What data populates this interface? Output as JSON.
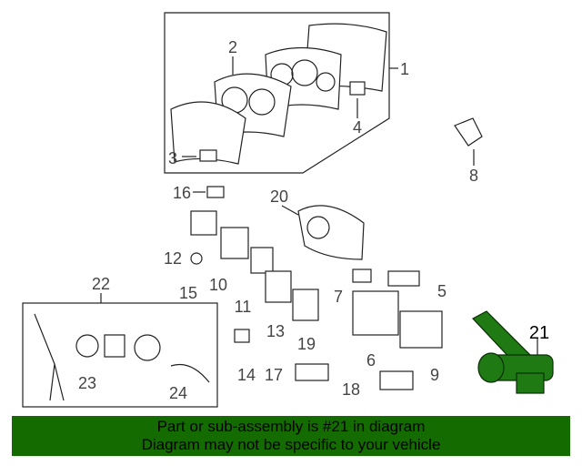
{
  "diagram": {
    "callouts": [
      "1",
      "2",
      "3",
      "4",
      "5",
      "6",
      "7",
      "8",
      "9",
      "10",
      "11",
      "12",
      "13",
      "14",
      "15",
      "16",
      "17",
      "18",
      "19",
      "20",
      "21",
      "22",
      "23",
      "24"
    ],
    "highlighted_part": "21",
    "highlight_color": "#1f7a14"
  },
  "banner": {
    "line1": "Part or sub-assembly is #21 in diagram",
    "line2": "Diagram may not be specific to your vehicle",
    "background": "#146b00"
  }
}
